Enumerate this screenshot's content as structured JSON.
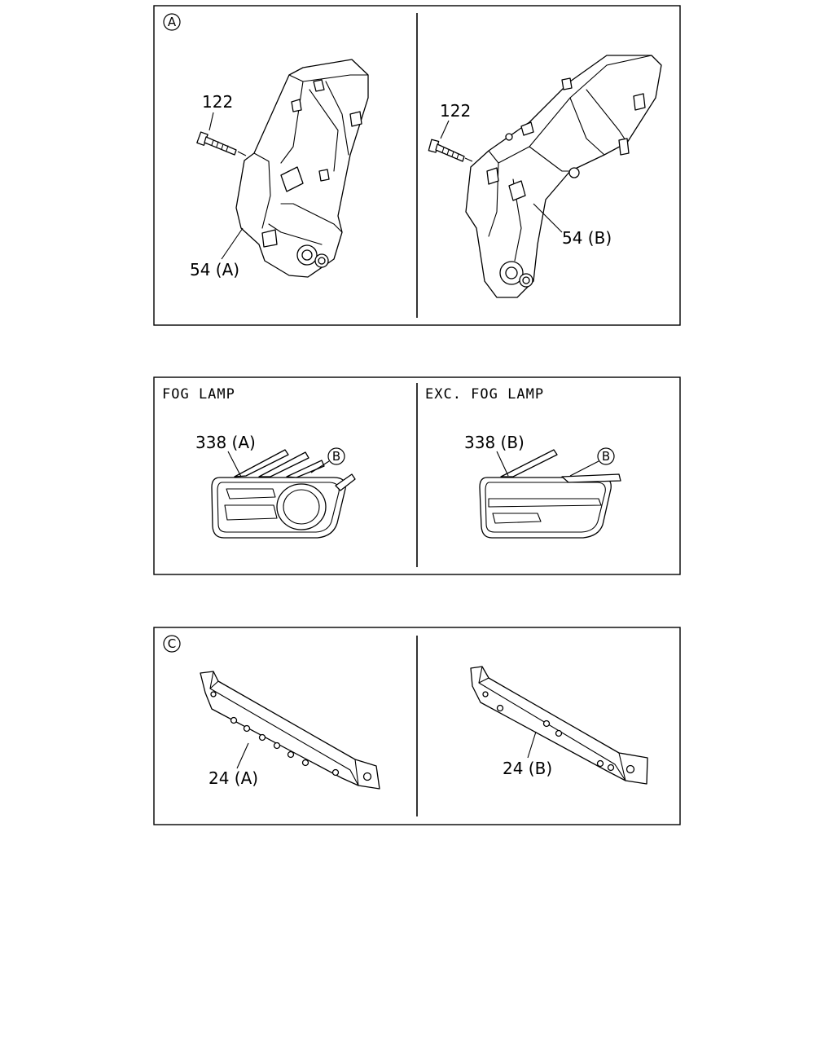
{
  "panel_a": {
    "marker": "A",
    "left_bolt_label": "122",
    "left_part_label": "54 (A)",
    "right_bolt_label": "122",
    "right_part_label": "54 (B)"
  },
  "panel_fog": {
    "left_caption": "FOG LAMP",
    "right_caption": "EXC. FOG LAMP",
    "left_part_label": "338 (A)",
    "right_part_label": "338 (B)",
    "left_marker": "B",
    "right_marker": "B"
  },
  "panel_c": {
    "marker": "C",
    "left_part_label": "24 (A)",
    "right_part_label": "24 (B)"
  }
}
